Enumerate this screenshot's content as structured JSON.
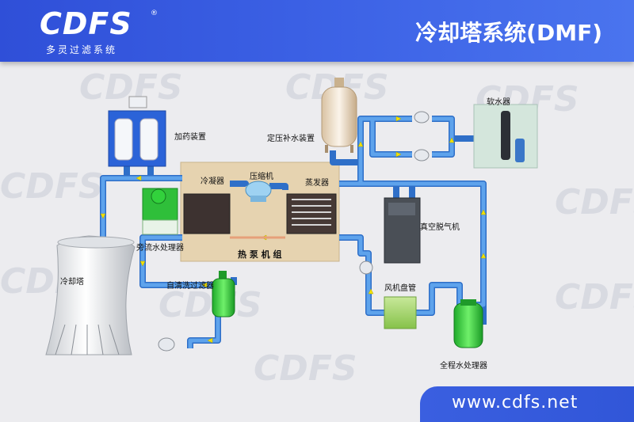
{
  "header": {
    "logo_text": "CDFS",
    "logo_reg": "®",
    "logo_sub": "多灵过滤系统",
    "title": "冷却塔系统(DMF)"
  },
  "footer": {
    "website": "www.cdfs.net"
  },
  "labels": {
    "dosing": "加药装置",
    "pressure_makeup": "定压补水装置",
    "softener": "软水器",
    "condenser": "冷凝器",
    "compressor": "压缩机",
    "evaporator": "蒸发器",
    "vacuum_degasser": "真空脱气机",
    "bypass_treater": "旁流水处理器",
    "heat_pump": "热 泵 机 组",
    "cooling_tower": "冷却塔",
    "self_clean_filter": "自清洗过滤器",
    "fan_coil": "风机盘管",
    "full_process_treater": "全程水处理器"
  },
  "colors": {
    "header_blue": "#3556de",
    "pipe_blue": "#4a8fe0",
    "pipe_outline": "#2f6fc8",
    "flow_arrow": "#f2e200",
    "heat_pump_area": "#e6d3b0",
    "green_equipment": "#3ecf3e"
  }
}
